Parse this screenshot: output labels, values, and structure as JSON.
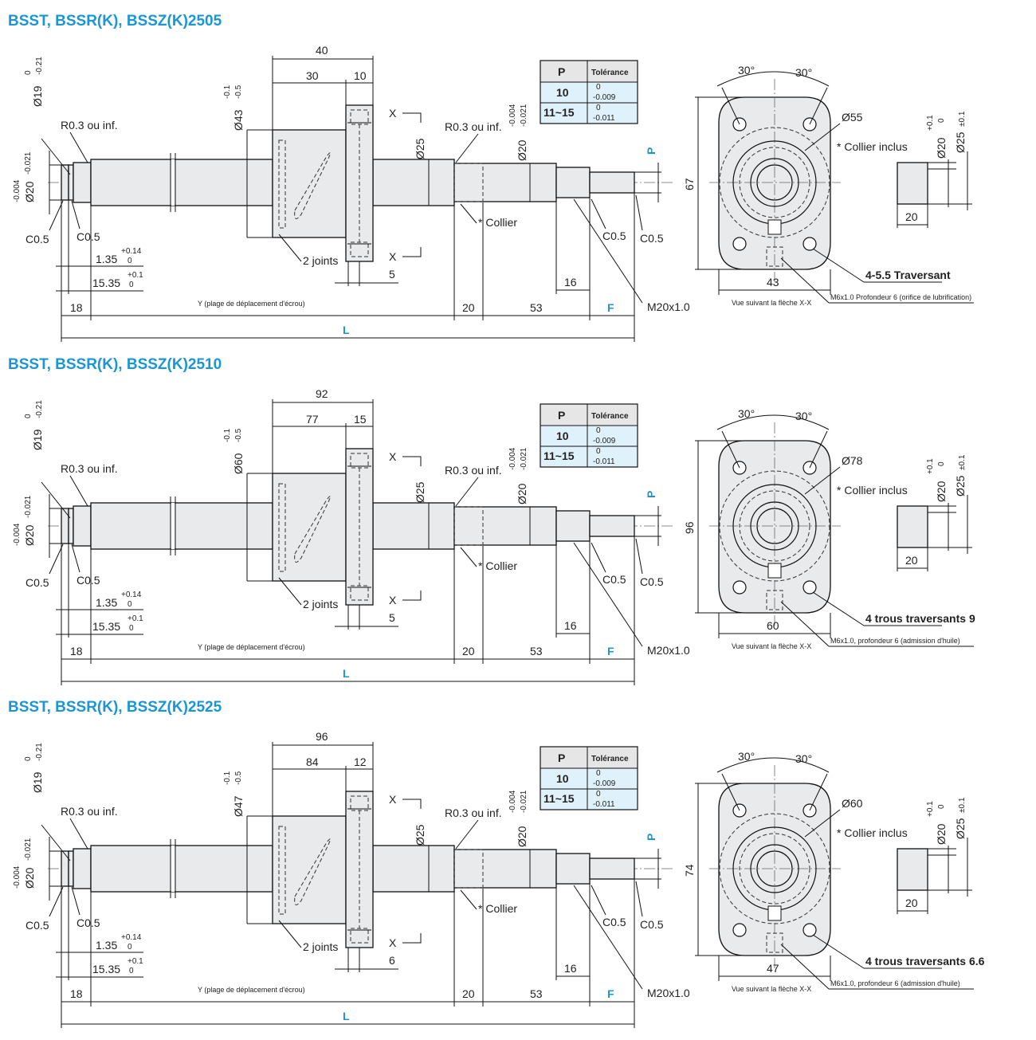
{
  "sections": [
    {
      "title": "BSST, BSSR(K), BSSZ(K)2505",
      "nut_len": "40",
      "nut_body": "30",
      "flange_w": "10",
      "nut_dia": "Ø43",
      "nut_dia_tol_up": "-0.1",
      "nut_dia_tol_lo": "-0.5",
      "collar_od": "Ø55",
      "block_h": "67",
      "block_w": "43",
      "holes": "4-5.5 Traversant",
      "oil": "M6x1.0 Profondeur 6 (orifice de lubrification)",
      "flange_off": "5"
    },
    {
      "title": "BSST, BSSR(K), BSSZ(K)2510",
      "nut_len": "92",
      "nut_body": "77",
      "flange_w": "15",
      "nut_dia": "Ø60",
      "nut_dia_tol_up": "-0.1",
      "nut_dia_tol_lo": "-0.5",
      "collar_od": "Ø78",
      "block_h": "96",
      "block_w": "60",
      "holes": "4 trous traversants 9",
      "oil": "M6x1.0, profondeur 6 (admission d'huile)",
      "flange_off": "5"
    },
    {
      "title": "BSST, BSSR(K), BSSZ(K)2525",
      "nut_len": "96",
      "nut_body": "84",
      "flange_w": "12",
      "nut_dia": "Ø47",
      "nut_dia_tol_up": "-0.1",
      "nut_dia_tol_lo": "-0.5",
      "collar_od": "Ø60",
      "block_h": "74",
      "block_w": "47",
      "holes": "4 trous traversants 6.6",
      "oil": "M6x1.0, profondeur 6 (admission d'huile)",
      "flange_off": "6"
    }
  ],
  "common": {
    "shaft_dia": "Ø19",
    "shaft_tol_up": "0",
    "shaft_tol_lo": "-0.21",
    "journal_dia": "Ø20",
    "journal_tol_up": "-0.004",
    "journal_tol_lo": "-0.021",
    "r_note": "R0.3 ou inf.",
    "screw_dia": "Ø25",
    "end_dia": "Ø20",
    "end_tol_up": "-0.004",
    "end_tol_lo": "-0.021",
    "chamfer": "C0.5",
    "dim_135": "1.35",
    "dim_135_up": "+0.14",
    "dim_135_lo": "0",
    "dim_1535": "15.35",
    "dim_1535_up": "+0.1",
    "dim_1535_lo": "0",
    "dim_18": "18",
    "dim_20": "20",
    "dim_53": "53",
    "dim_16": "16",
    "y_label": "Y (plage de déplacement d'écrou)",
    "f_label": "F",
    "l_label": "L",
    "p_label": "P",
    "thread": "M20x1.0",
    "x_mark": "X",
    "collier": "* Collier",
    "joints": "2 joints",
    "angle": "30°",
    "collier_inclus": "* Collier inclus",
    "collar_id": "Ø20",
    "collar_id_up": "+0.1",
    "collar_id_lo": "0",
    "collar_d2": "Ø25",
    "collar_d2_tol": "±0.1",
    "collar_len": "20",
    "view": "Vue suivant la flèche X-X",
    "table": {
      "h_p": "P",
      "h_tol": "Tolérance",
      "rows": [
        {
          "p": "10",
          "up": "0",
          "lo": "-0.009"
        },
        {
          "p": "11~15",
          "up": "0",
          "lo": "-0.011"
        }
      ]
    }
  },
  "colors": {
    "accent": "#1a96d4",
    "table_row": "#dff1fa",
    "table_head": "#e6e6e6",
    "part_fill": "#e9eaeb"
  }
}
